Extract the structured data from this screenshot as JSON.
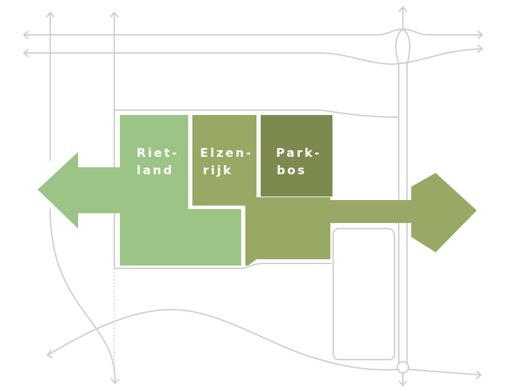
{
  "areas": [
    {
      "id": "rietland",
      "label_lines": [
        "Riet-",
        "land"
      ],
      "color": "#9cc486"
    },
    {
      "id": "elzenrijk",
      "label_lines": [
        "Elzen-",
        "rijk"
      ],
      "color": "#98a865"
    },
    {
      "id": "parkbos",
      "label_lines": [
        "Park-",
        "bos"
      ],
      "color": "#7c8a50"
    }
  ],
  "arrows": [
    {
      "id": "west-arrow",
      "direction": "west",
      "color": "#9cc486"
    },
    {
      "id": "east-arrow",
      "direction": "east",
      "color": "#98a865"
    }
  ],
  "colors": {
    "road": "#cfcfcf",
    "background": "#ffffff",
    "label": "#ffffff"
  }
}
